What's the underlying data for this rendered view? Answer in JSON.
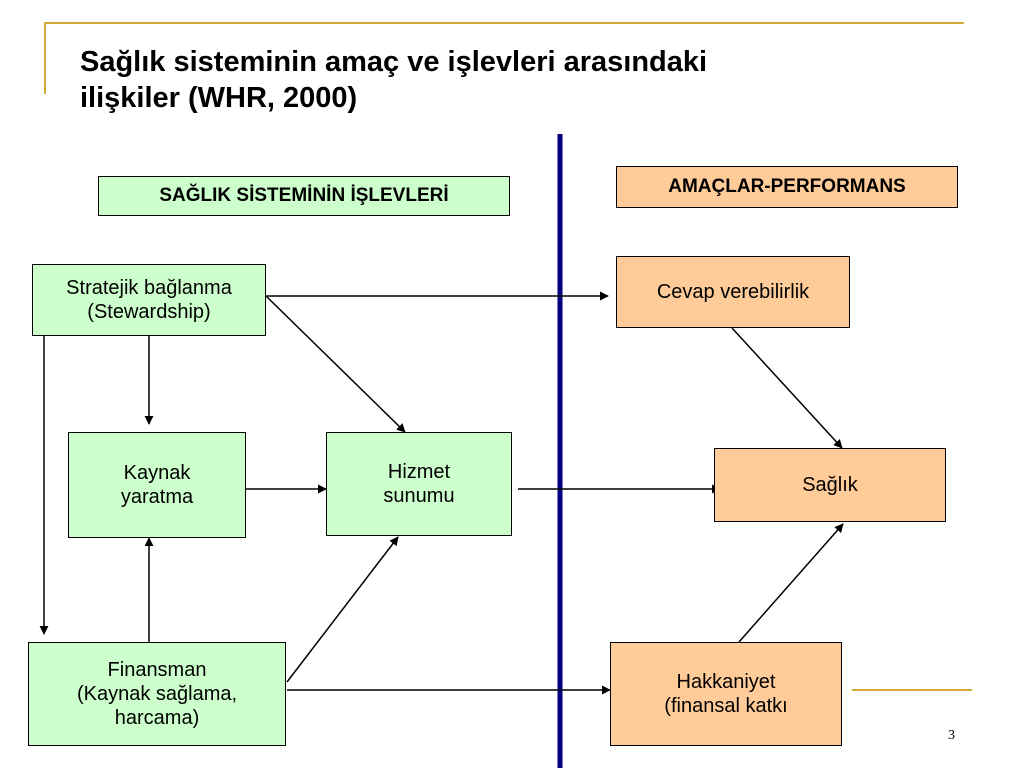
{
  "slide": {
    "title_line1": "Sağlık sisteminin amaç ve işlevleri arasındaki",
    "title_line2": "ilişkiler (WHR, 2000)",
    "page_number": "3"
  },
  "headers": {
    "left": "SAĞLIK SİSTEMİNİN İŞLEVLERİ",
    "right": "AMAÇLAR-PERFORMANS"
  },
  "functions": {
    "stewardship": [
      "Stratejik bağlanma",
      "(Stewardship)"
    ],
    "resource": [
      "Kaynak",
      "yaratma"
    ],
    "service": [
      "Hizmet",
      "sunumu"
    ],
    "financing": [
      "Finansman",
      "(Kaynak sağlama,",
      "harcama)"
    ]
  },
  "goals": {
    "responsiveness": [
      "Cevap verebilirlik"
    ],
    "health": [
      "Sağlık"
    ],
    "equity": [
      "Hakkaniyet",
      "(finansal katkı"
    ]
  },
  "colors": {
    "function_box": "#ccffcc",
    "goal_box": "#ffcc99",
    "divider": "#000080",
    "accent": "#d4a93a"
  }
}
